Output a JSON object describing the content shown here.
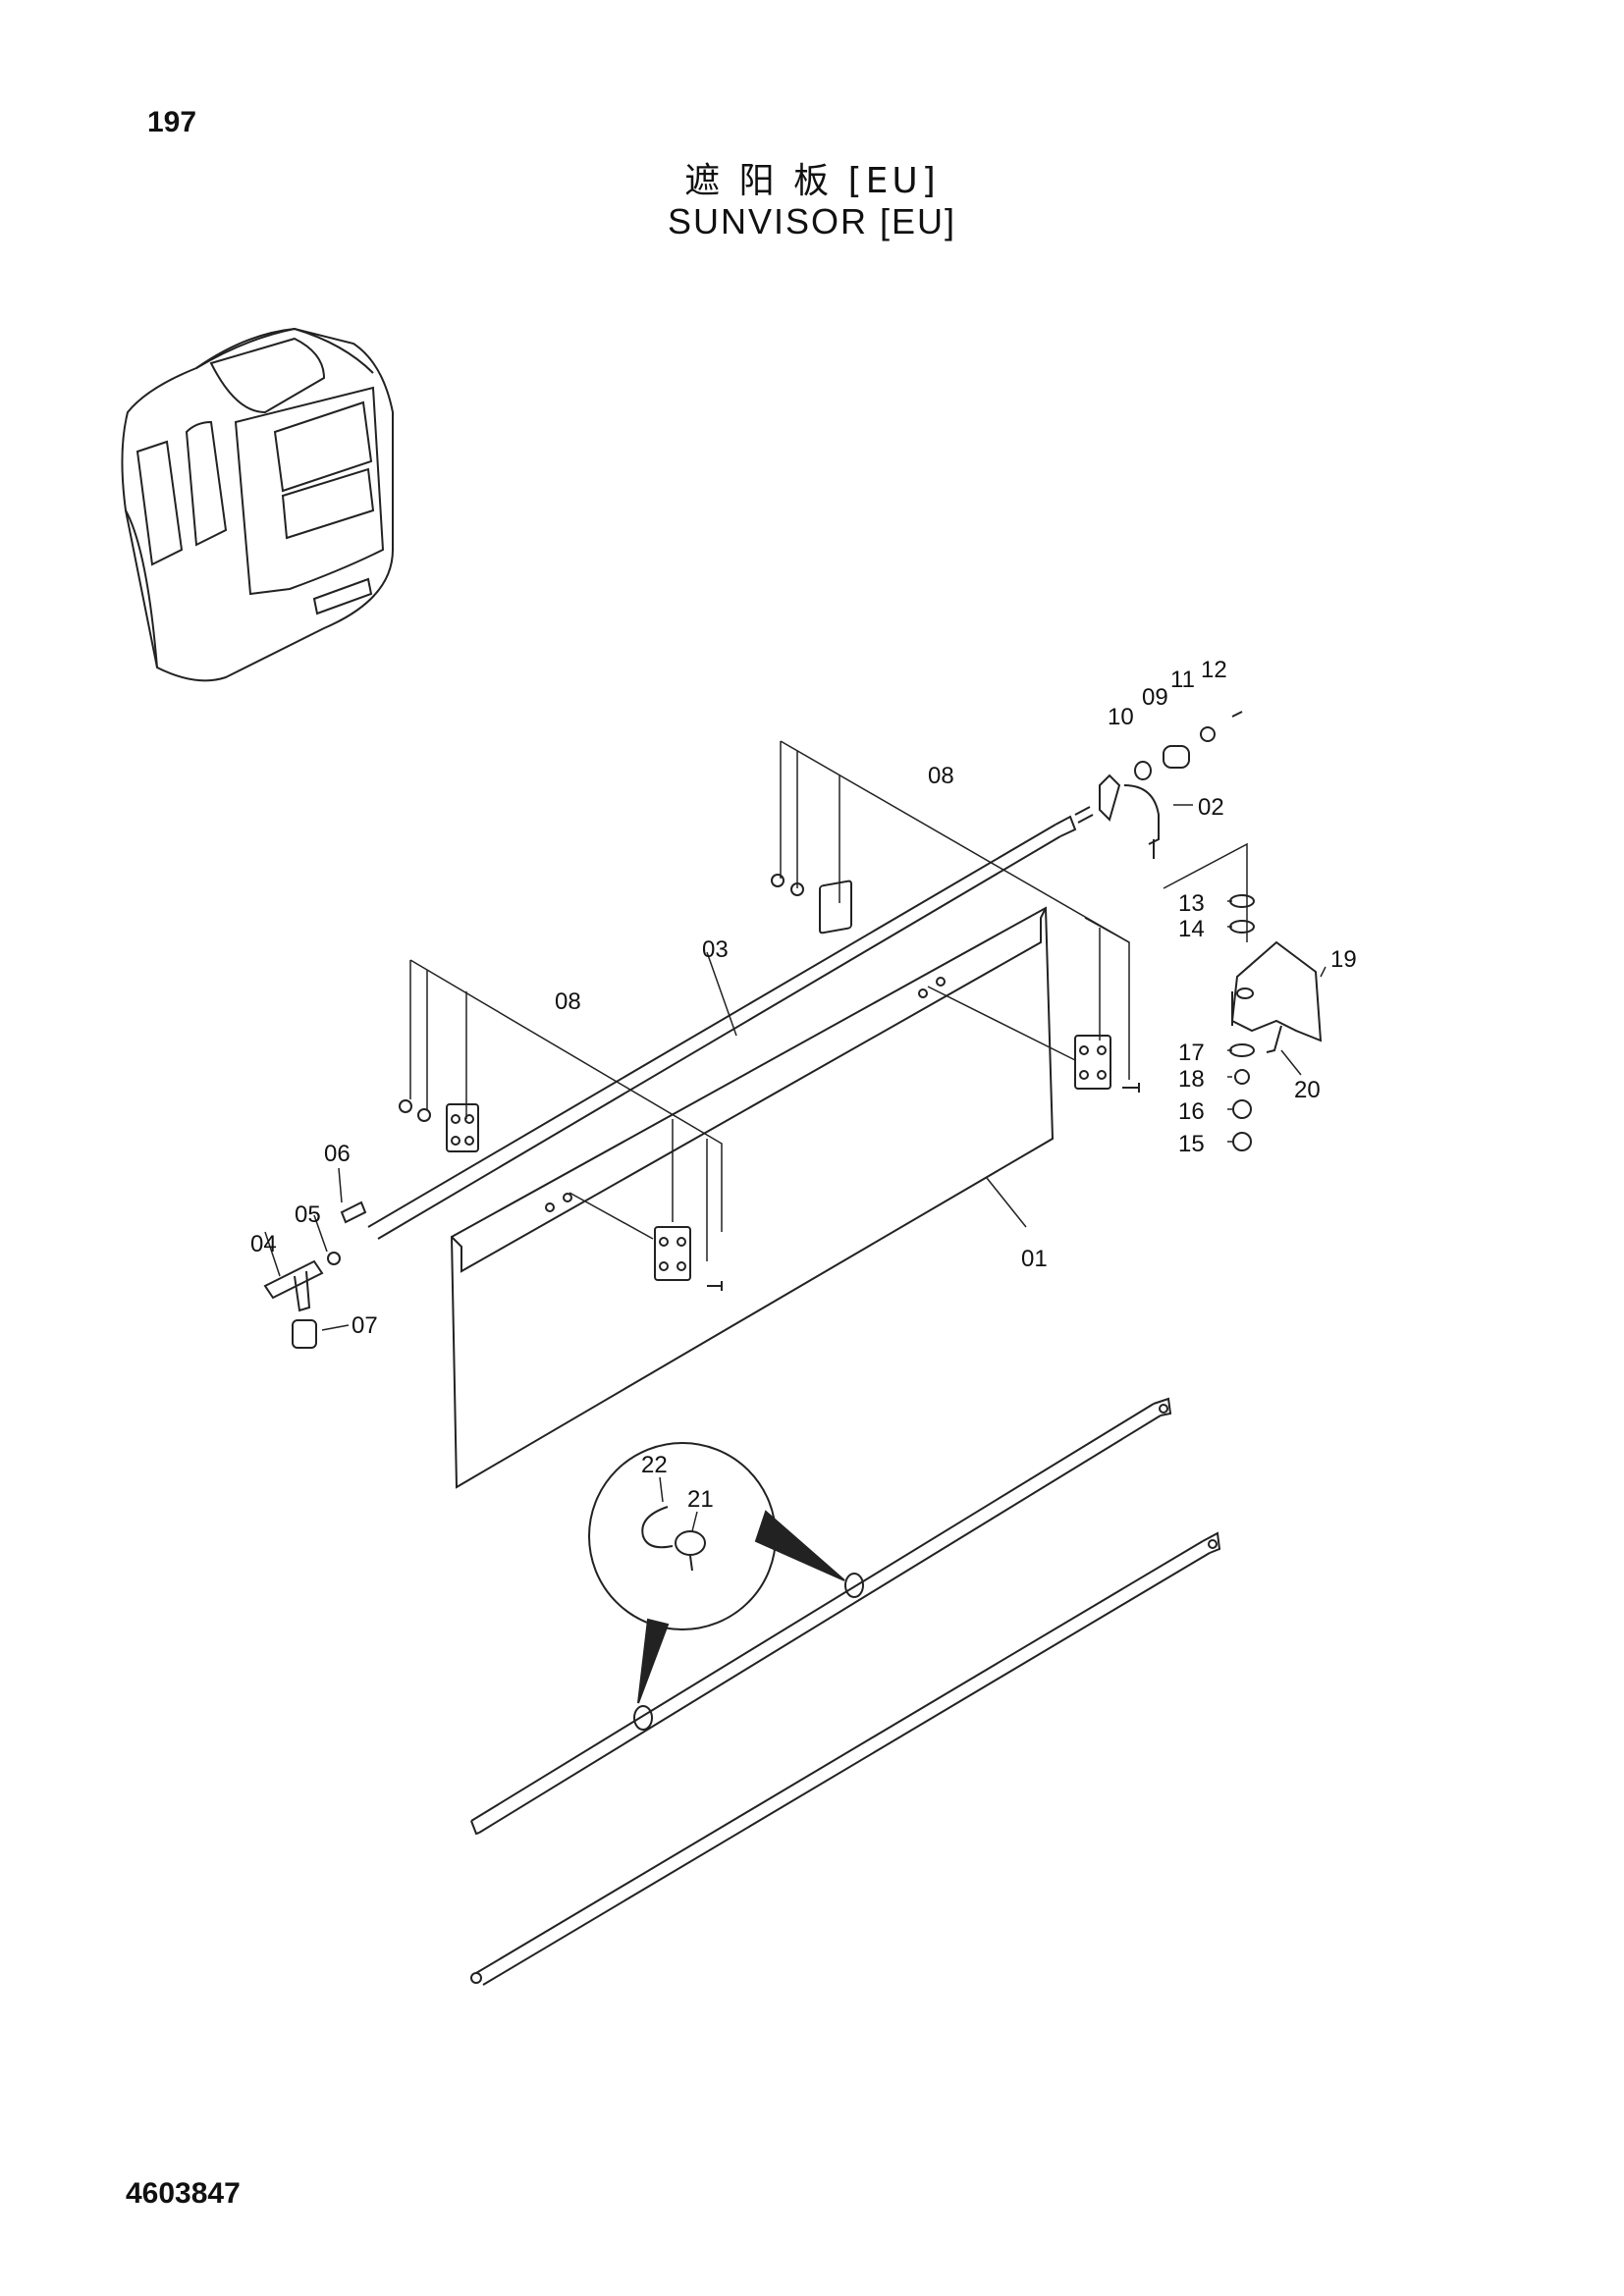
{
  "page": {
    "number": "197",
    "title_cn": "遮 阳 板 [EU]",
    "title_en": "SUNVISOR  [EU]",
    "doc_number": "4603847"
  },
  "parts": [
    {
      "id": "p01",
      "label": "01"
    },
    {
      "id": "p02",
      "label": "02"
    },
    {
      "id": "p03",
      "label": "03"
    },
    {
      "id": "p04",
      "label": "04"
    },
    {
      "id": "p05",
      "label": "05"
    },
    {
      "id": "p06",
      "label": "06"
    },
    {
      "id": "p07",
      "label": "07"
    },
    {
      "id": "p08a",
      "label": "08"
    },
    {
      "id": "p08b",
      "label": "08"
    },
    {
      "id": "p09",
      "label": "09"
    },
    {
      "id": "p10",
      "label": "10"
    },
    {
      "id": "p11",
      "label": "11"
    },
    {
      "id": "p12",
      "label": "12"
    },
    {
      "id": "p13",
      "label": "13"
    },
    {
      "id": "p14",
      "label": "14"
    },
    {
      "id": "p15",
      "label": "15"
    },
    {
      "id": "p16",
      "label": "16"
    },
    {
      "id": "p17",
      "label": "17"
    },
    {
      "id": "p18",
      "label": "18"
    },
    {
      "id": "p19",
      "label": "19"
    },
    {
      "id": "p20",
      "label": "20"
    },
    {
      "id": "p21",
      "label": "21"
    },
    {
      "id": "p22",
      "label": "22"
    }
  ]
}
